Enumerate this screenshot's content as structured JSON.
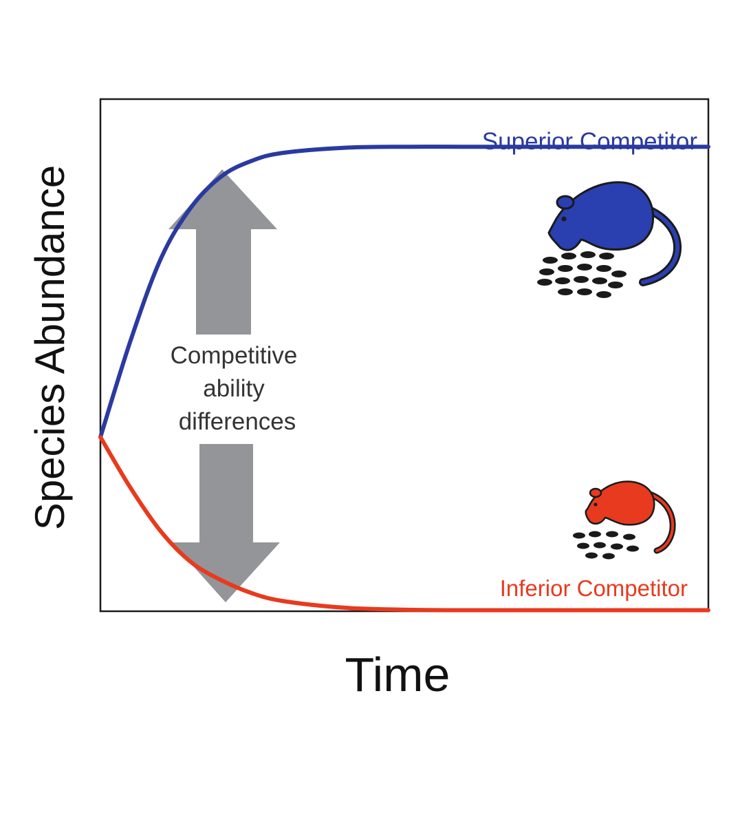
{
  "chart_data": {
    "type": "line",
    "title": "",
    "xlabel": "Time",
    "ylabel": "Species Abundance",
    "xlim": [
      0,
      10
    ],
    "ylim": [
      0,
      10
    ],
    "grid": false,
    "series": [
      {
        "name": "Superior Competitor",
        "color": "#2a3aa0",
        "x": [
          0,
          0.5,
          1,
          1.5,
          2,
          2.5,
          3,
          4,
          5,
          6,
          7,
          8,
          9,
          10
        ],
        "y": [
          3.4,
          5.3,
          6.9,
          7.9,
          8.5,
          8.8,
          8.95,
          9.05,
          9.07,
          9.07,
          9.07,
          9.07,
          9.07,
          9.07
        ]
      },
      {
        "name": "Inferior Competitor",
        "color": "#e83a1e",
        "x": [
          0,
          0.5,
          1,
          1.5,
          2,
          2.5,
          3,
          4,
          5,
          6,
          7,
          8,
          9,
          10
        ],
        "y": [
          3.4,
          2.4,
          1.55,
          0.95,
          0.6,
          0.35,
          0.2,
          0.07,
          0.03,
          0.02,
          0.02,
          0.02,
          0.02,
          0.02
        ]
      }
    ],
    "annotations": [
      {
        "text_lines": [
          "Competitive",
          "ability",
          "differences"
        ]
      }
    ],
    "icons": [
      "blue-rodent-eating-seeds-icon",
      "red-rodent-eating-seeds-icon"
    ],
    "arrow_color": "#939598"
  }
}
